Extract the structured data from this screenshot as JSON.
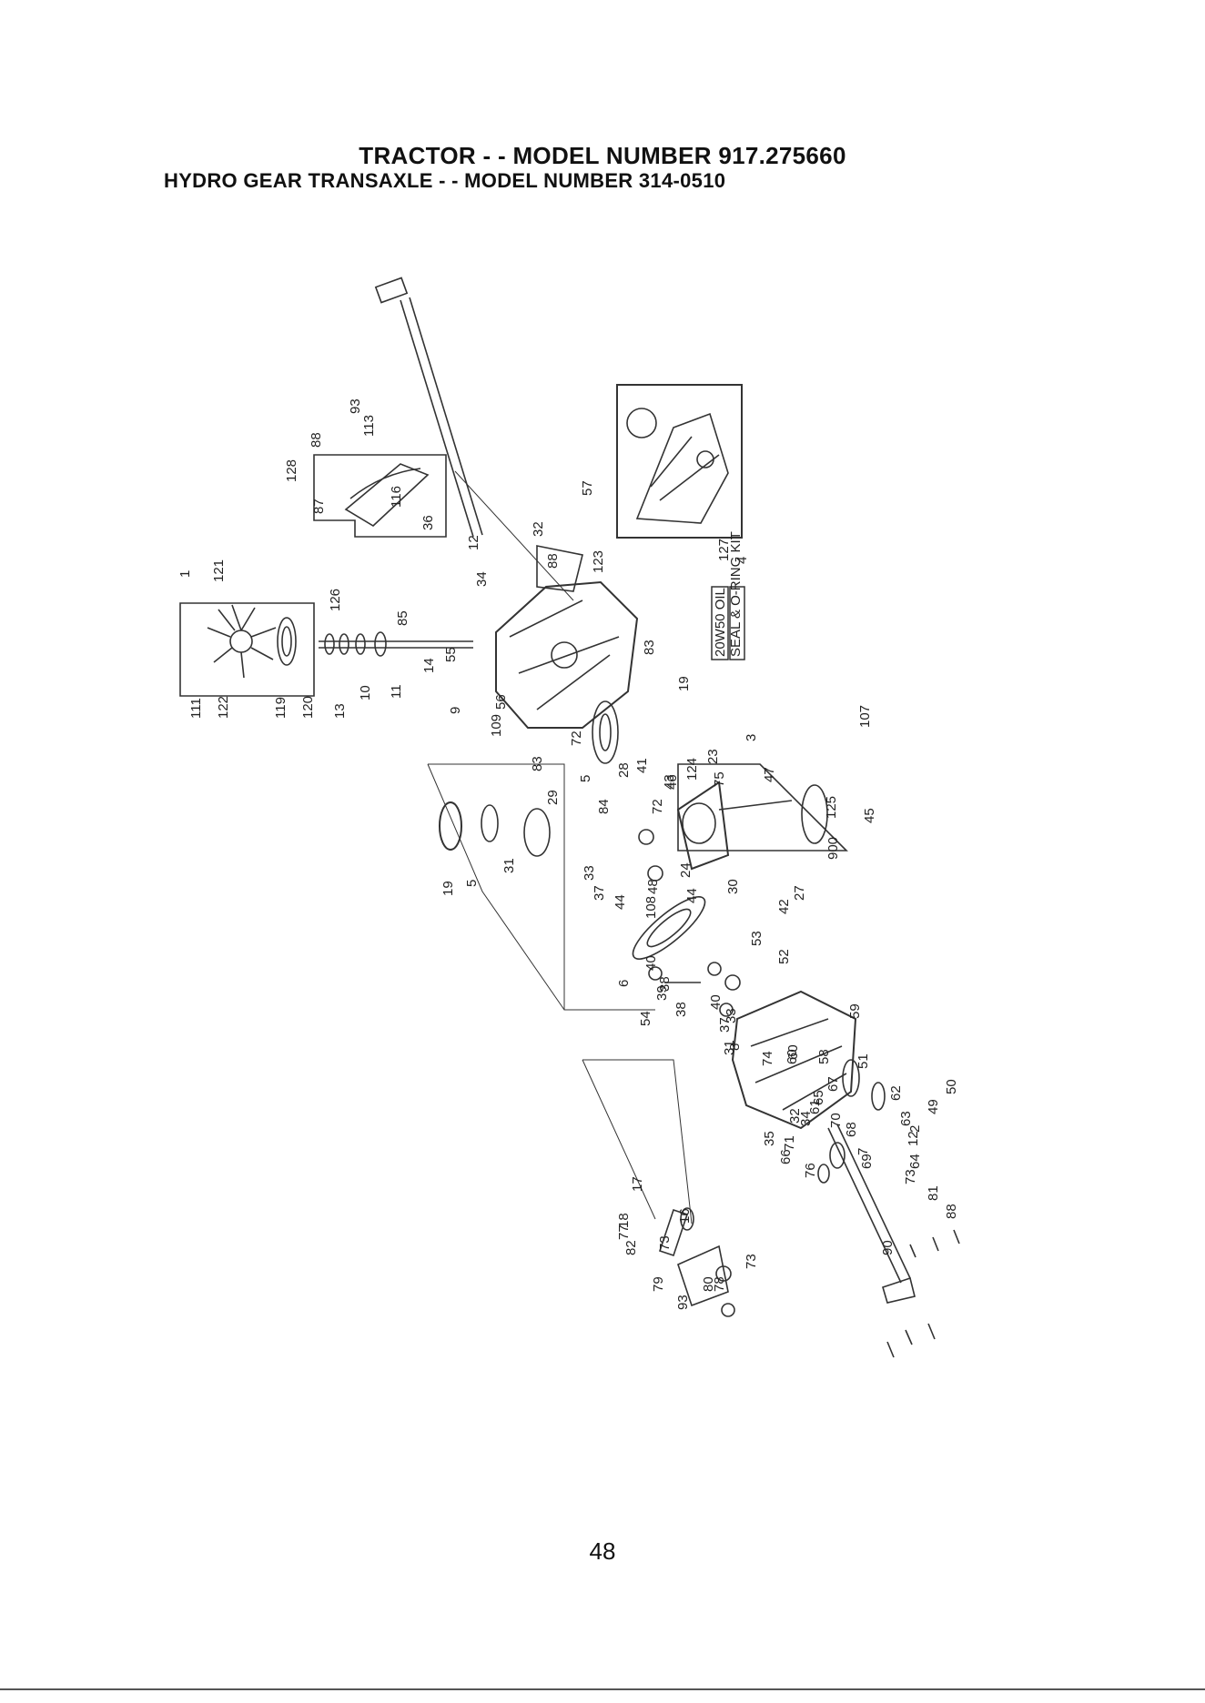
{
  "header": {
    "title": "TRACTOR - - MODEL NUMBER 917.275660",
    "subtitle": "HYDRO GEAR TRANSAXLE - - MODEL NUMBER 314-0510"
  },
  "labels": {
    "oil": "20W50 OIL",
    "seal_kit": "SEAL & O-RING KIT"
  },
  "callouts": [
    "93",
    "113",
    "88",
    "128",
    "87",
    "116",
    "36",
    "12",
    "34",
    "32",
    "88",
    "123",
    "1",
    "121",
    "126",
    "85",
    "111",
    "122",
    "119",
    "120",
    "13",
    "10",
    "11",
    "14",
    "9",
    "56",
    "55",
    "83",
    "19",
    "109",
    "83",
    "72",
    "5",
    "28",
    "41",
    "29",
    "84",
    "72",
    "46",
    "3",
    "124",
    "23",
    "43",
    "75",
    "47",
    "107",
    "45",
    "125",
    "900",
    "57",
    "127",
    "4",
    "19",
    "5",
    "31",
    "33",
    "37",
    "44",
    "108",
    "44",
    "24",
    "48",
    "40",
    "30",
    "42",
    "27",
    "53",
    "52",
    "6",
    "38",
    "39",
    "54",
    "38",
    "40",
    "37",
    "33",
    "31",
    "8",
    "74",
    "60",
    "59",
    "60",
    "58",
    "51",
    "61",
    "67",
    "62",
    "50",
    "49",
    "65",
    "63",
    "2",
    "32",
    "70",
    "34",
    "12",
    "35",
    "68",
    "71",
    "66",
    "64",
    "69",
    "7",
    "73",
    "76",
    "81",
    "88",
    "90",
    "17",
    "18",
    "77",
    "82",
    "16",
    "73",
    "79",
    "78",
    "73",
    "80",
    "93"
  ],
  "page_number": "48"
}
